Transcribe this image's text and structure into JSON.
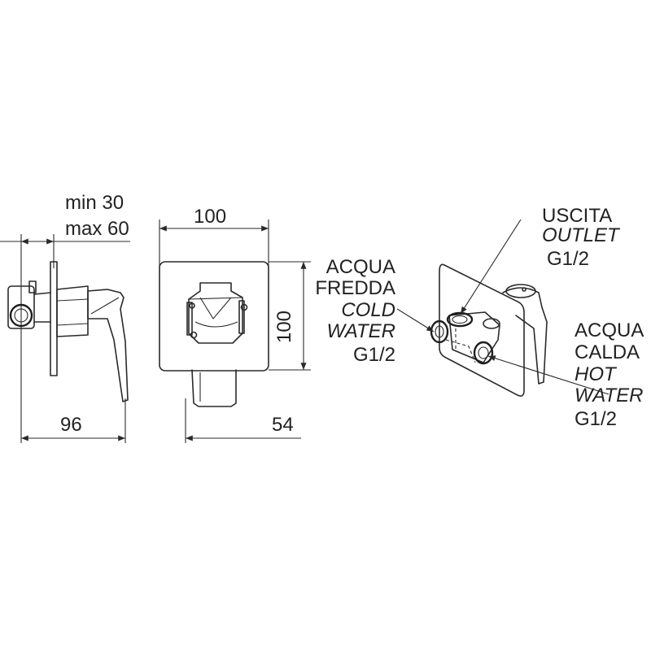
{
  "dimensions": {
    "min": "min 30",
    "max": "max 60",
    "overall_depth": "96",
    "plate_width": "100",
    "plate_height": "100",
    "front_depth": "54"
  },
  "labels": {
    "outlet": {
      "it": "USCITA",
      "en": "OUTLET",
      "thread": "G1/2"
    },
    "cold": {
      "it_1": "ACQUA",
      "it_2": "FREDDA",
      "en_1": "COLD",
      "en_2": "WATER",
      "thread": "G1/2"
    },
    "hot": {
      "it_1": "ACQUA",
      "it_2": "CALDA",
      "en_1": "HOT",
      "en_2": "WATER",
      "thread": "G1/2"
    }
  },
  "colors": {
    "line": "#2a2a2a",
    "text": "#222222",
    "background": "#ffffff"
  }
}
